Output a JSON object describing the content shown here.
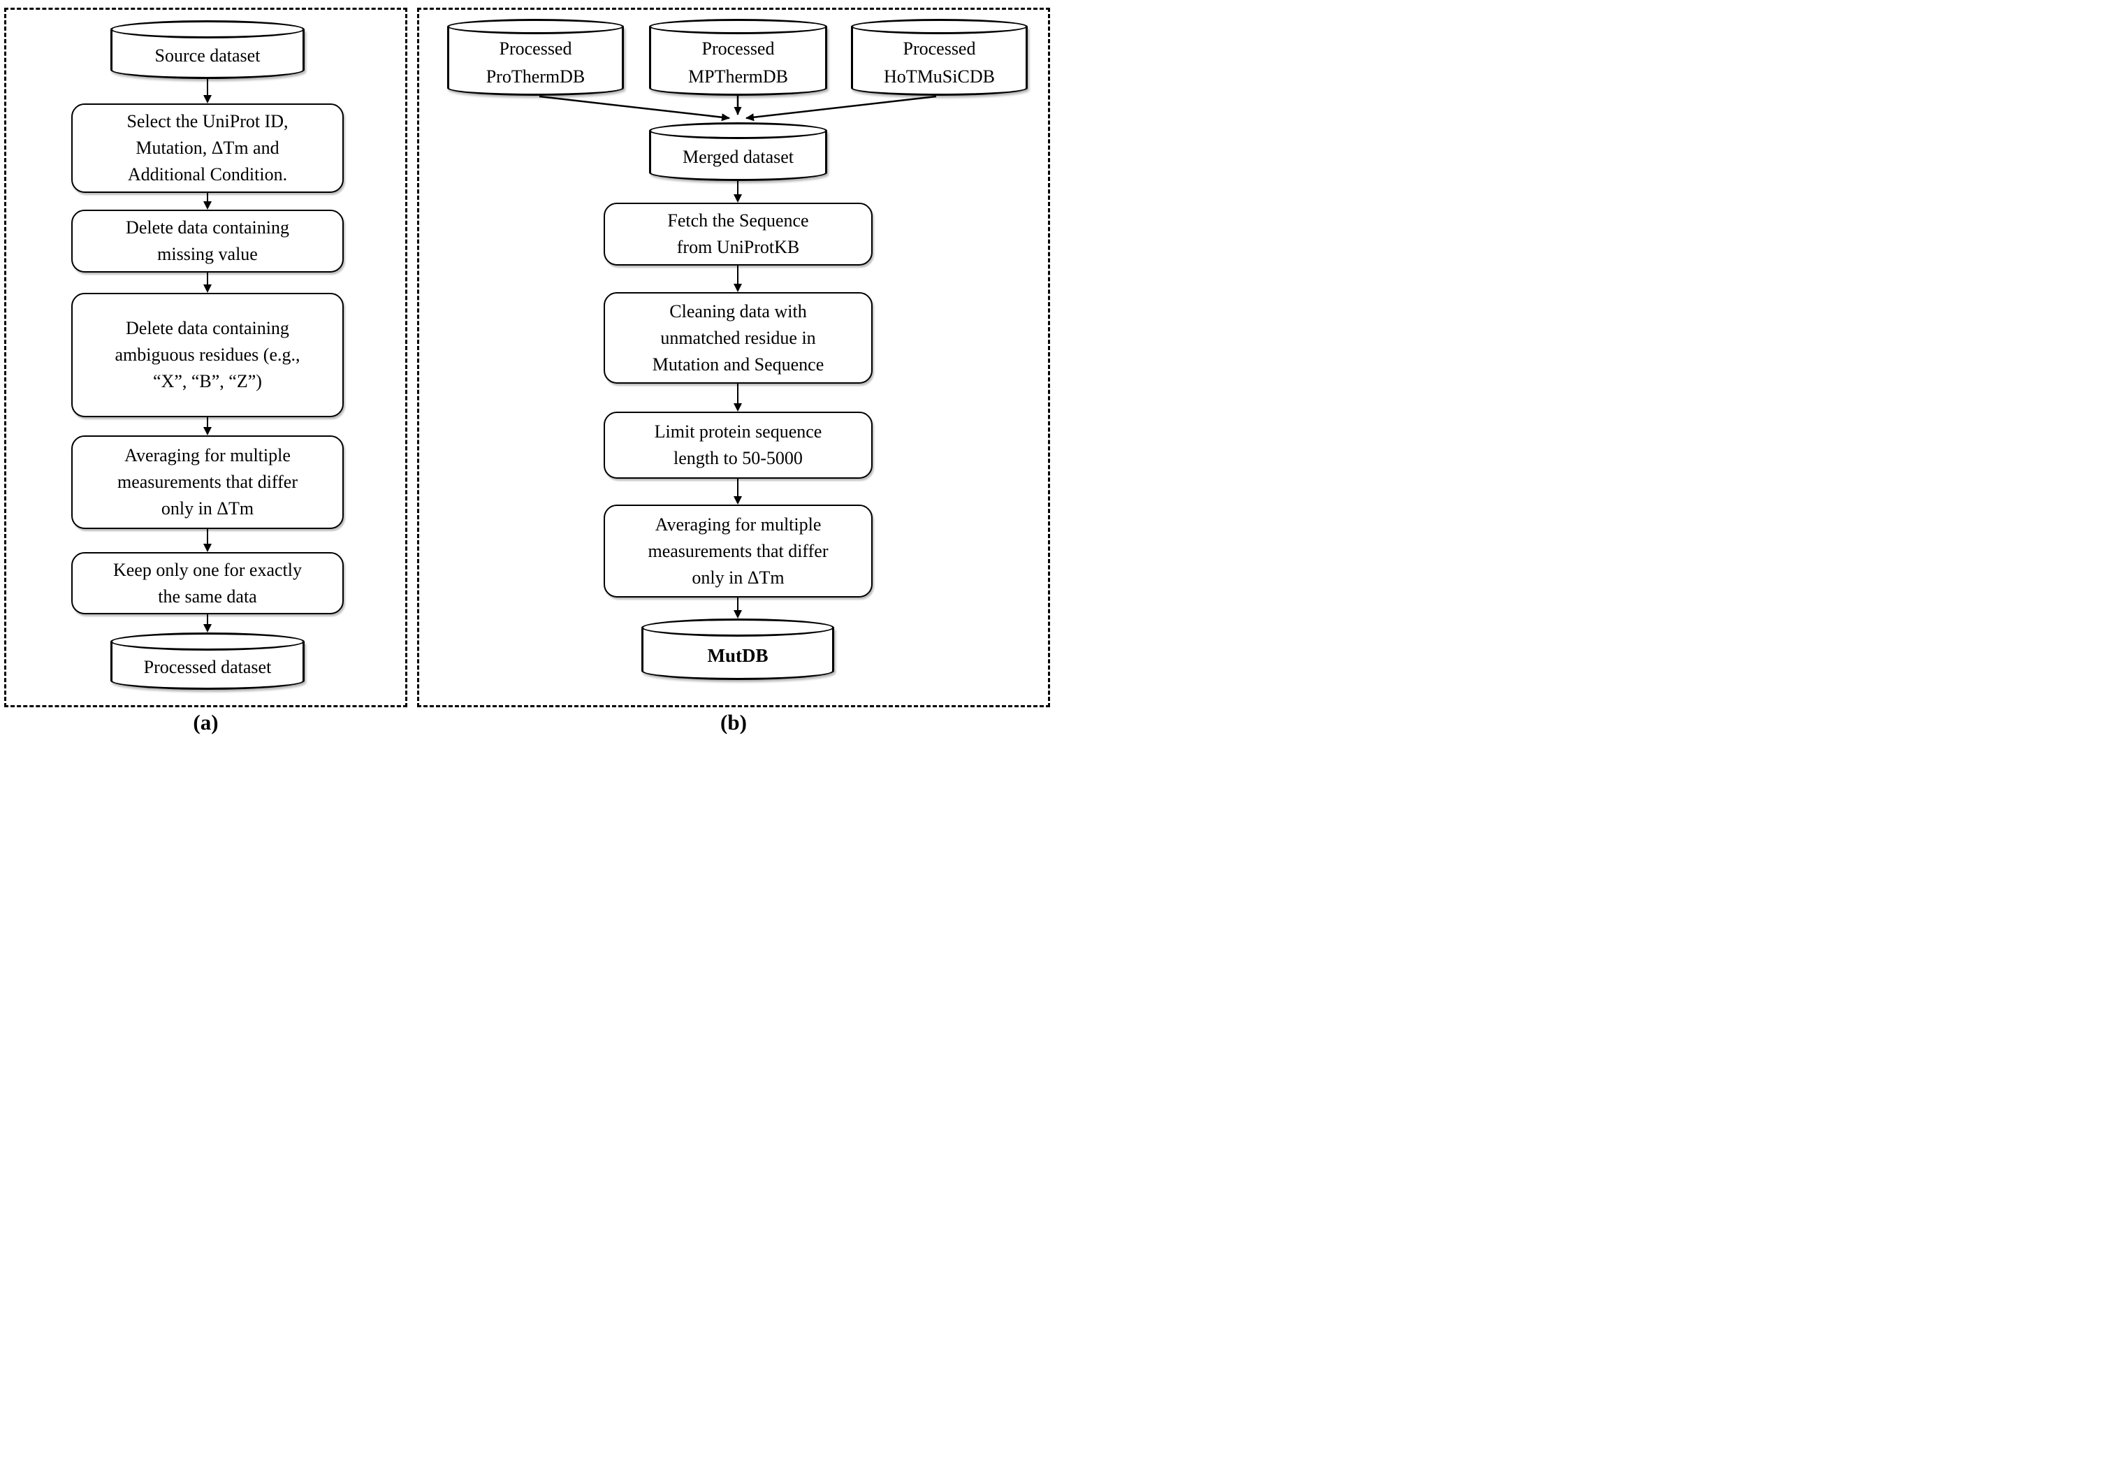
{
  "panel_a": {
    "caption": "(a)",
    "nodes": {
      "source": "Source dataset",
      "select": "Select the UniProt ID,\nMutation, ΔTm and\nAdditional Condition.",
      "delete_missing": "Delete data containing\nmissing value",
      "delete_ambiguous": "Delete data containing\nambiguous residues (e.g.,\n“X”, “B”, “Z”)",
      "averaging": "Averaging for multiple\nmeasurements that differ\nonly in ΔTm",
      "keep_one": "Keep only one for exactly\nthe same data",
      "processed": "Processed dataset"
    }
  },
  "panel_b": {
    "caption": "(b)",
    "nodes": {
      "protherm": "Processed\nProThermDB",
      "mptherm": "Processed\nMPThermDB",
      "hotmusic": "Processed\nHoTMuSiCDB",
      "merged": "Merged dataset",
      "fetch": "Fetch the Sequence\nfrom UniProtKB",
      "cleaning": "Cleaning data with\nunmatched residue in\nMutation and Sequence",
      "limit": "Limit protein sequence\nlength to 50-5000",
      "averaging": "Averaging for multiple\nmeasurements that differ\nonly in ΔTm",
      "mutdb": "MutDB"
    }
  }
}
